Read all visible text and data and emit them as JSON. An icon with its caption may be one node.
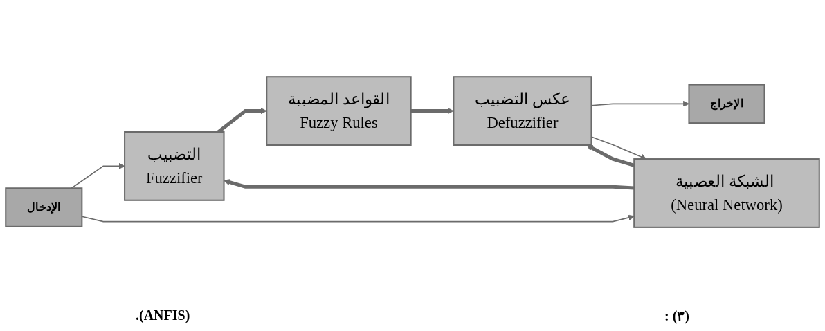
{
  "diagram": {
    "nodes": [
      {
        "text": [
          "الإدخال"
        ]
      },
      {
        "text": [
          "التضبيب",
          "Fuzzifier"
        ]
      },
      {
        "text": [
          "القواعد المضببة",
          "Fuzzy Rules"
        ]
      },
      {
        "text": [
          "عكس التضبيب",
          "Defuzzifier"
        ]
      },
      {
        "text": [
          "الإخراج"
        ]
      },
      {
        "text": [
          "الشبكة العصبية (Neural Network)"
        ]
      }
    ],
    "edges": [
      {
        "from": 0,
        "to": 1,
        "arrow": "to"
      },
      {
        "from": 1,
        "to": 2,
        "arrow": "to",
        "style": "thick"
      },
      {
        "from": 2,
        "to": 3,
        "arrow": "to",
        "style": "thick"
      },
      {
        "from": 3,
        "to": 4,
        "arrow": "to"
      },
      {
        "from": 0,
        "to": 5,
        "arrow": "to"
      },
      {
        "from": 3,
        "to": 5,
        "arrow": "to"
      },
      {
        "from": 5,
        "to": 1,
        "arrow": "to",
        "style": "thick"
      },
      {
        "from": 5,
        "to": 3,
        "arrow": "to",
        "style": "thick"
      }
    ],
    "labels": [
      ": (٣)",
      ".(ANFIS)"
    ]
  }
}
